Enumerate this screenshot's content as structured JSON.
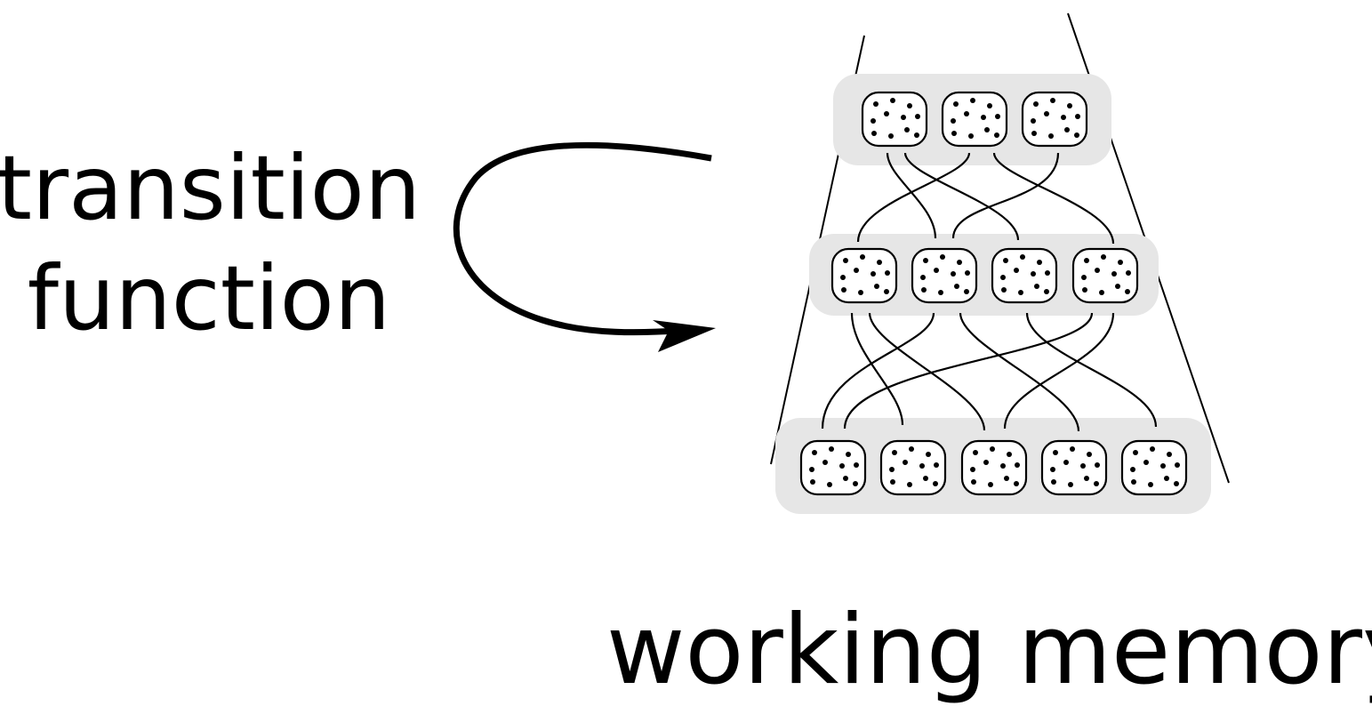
{
  "labels": {
    "transition_line1": "transition",
    "transition_line2": "function",
    "working_memory": "working memory"
  },
  "colors": {
    "band_fill": "#e6e6e6",
    "stroke": "#000000"
  },
  "layers": [
    {
      "name": "top",
      "cells": 3
    },
    {
      "name": "middle",
      "cells": 4
    },
    {
      "name": "bottom",
      "cells": 5
    }
  ]
}
